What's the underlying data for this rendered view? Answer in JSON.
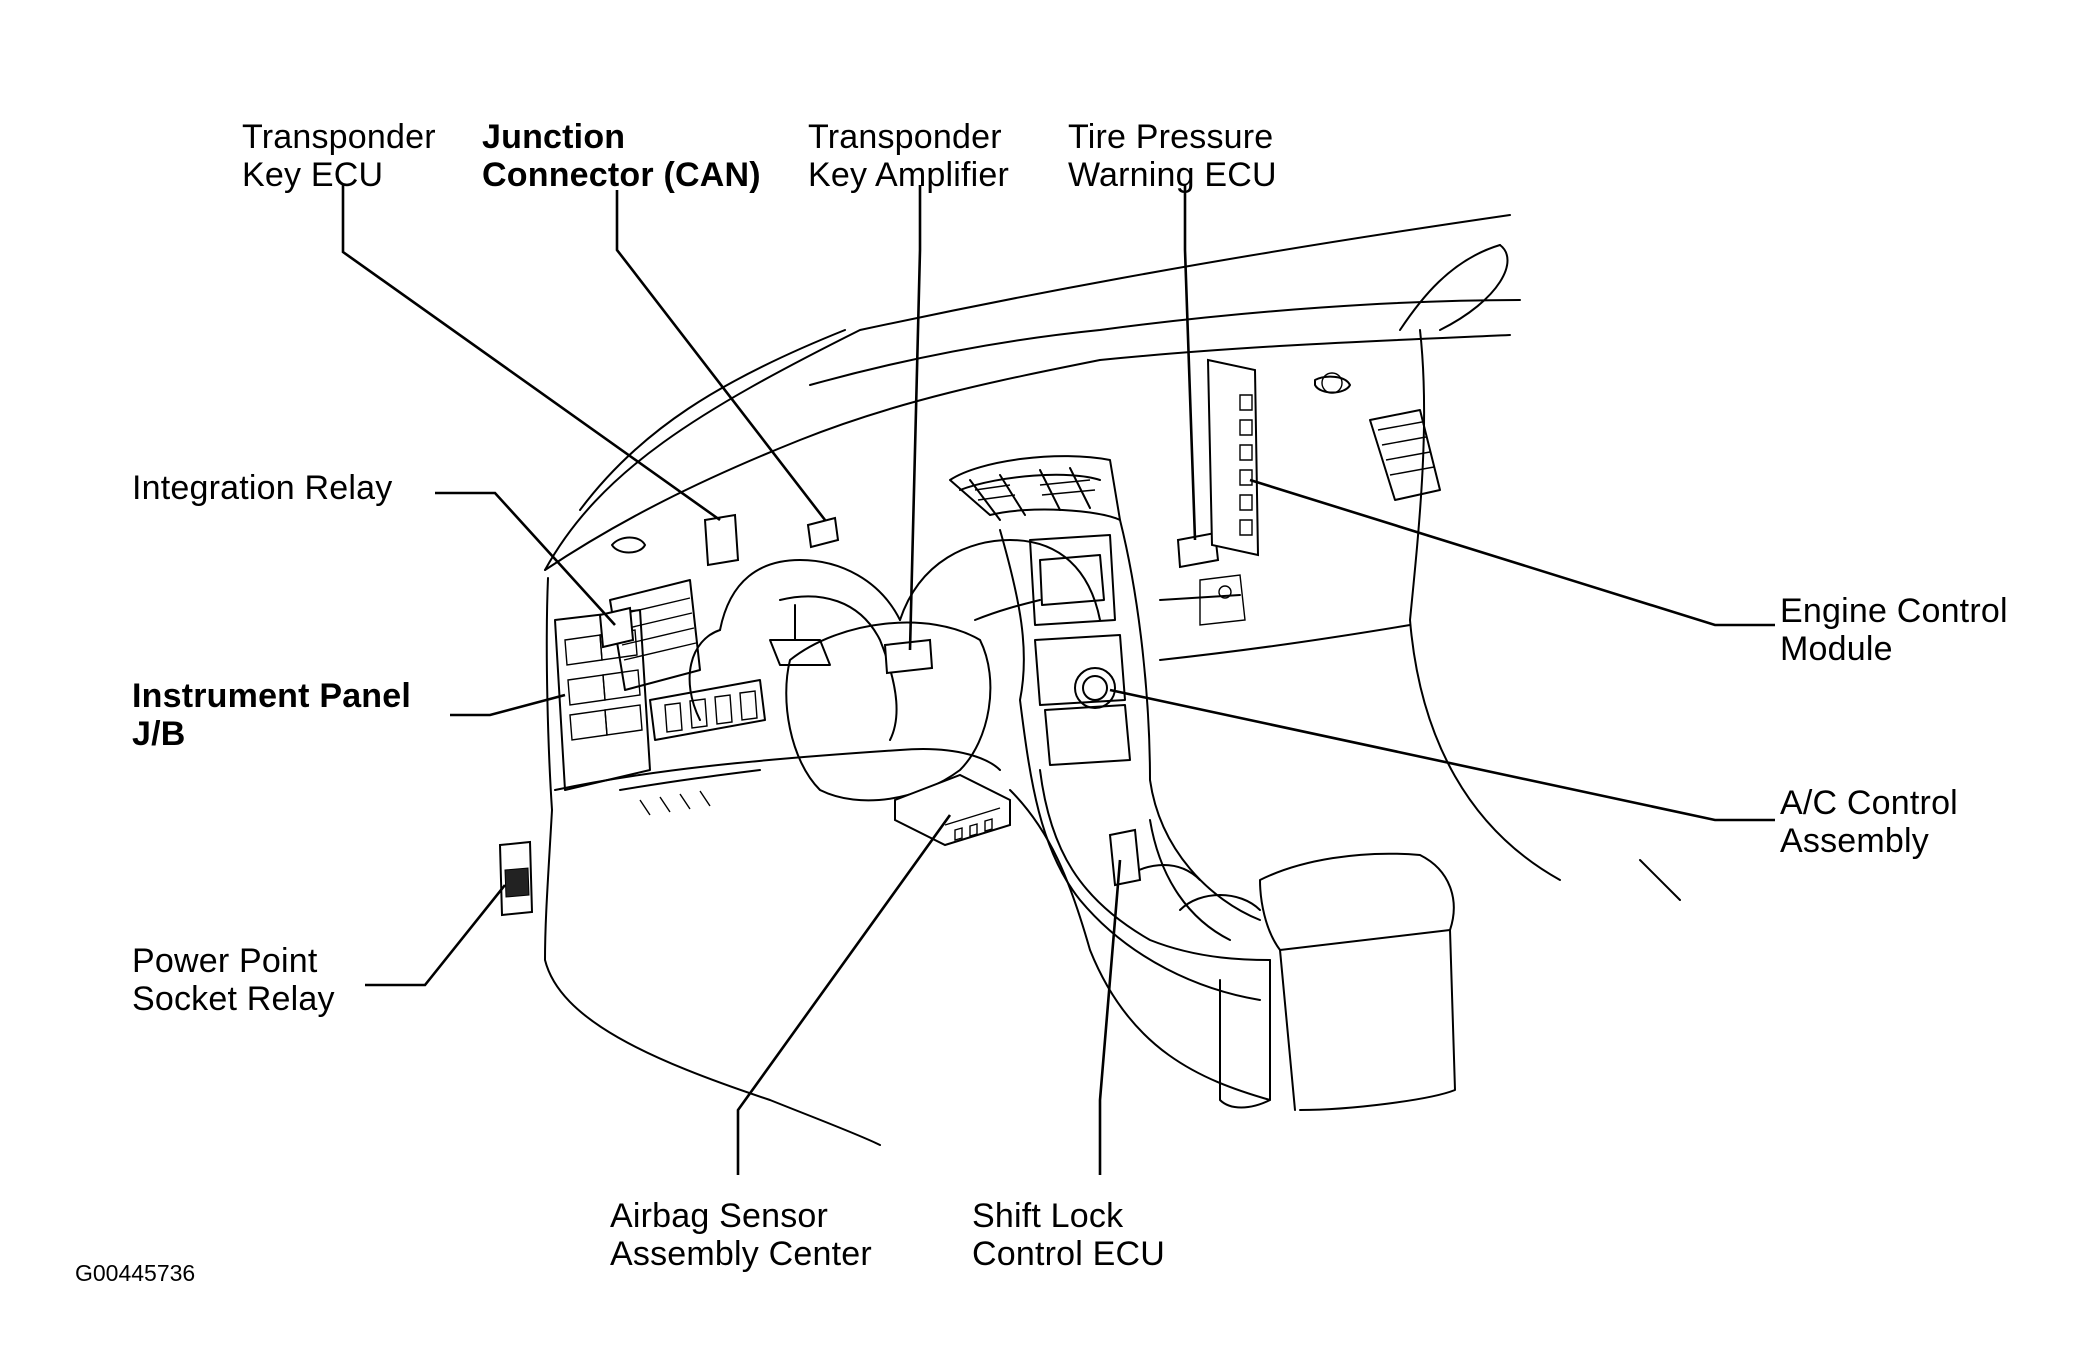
{
  "labels": {
    "transponder_key_ecu": [
      "Transponder",
      "Key ECU"
    ],
    "junction_connector": [
      "Junction",
      "Connector (CAN)"
    ],
    "transponder_key_amplifier": [
      "Transponder",
      "Key Amplifier"
    ],
    "tire_pressure_warning_ecu": [
      "Tire Pressure",
      "Warning ECU"
    ],
    "integration_relay": [
      "Integration Relay"
    ],
    "instrument_panel_jb": [
      "Instrument Panel",
      "J/B"
    ],
    "engine_control_module": [
      "Engine Control",
      "Module"
    ],
    "ac_control_assembly": [
      "A/C Control",
      "Assembly"
    ],
    "power_point_socket_relay": [
      "Power Point",
      "Socket Relay"
    ],
    "airbag_sensor_assembly_center": [
      "Airbag Sensor",
      "Assembly Center"
    ],
    "shift_lock_control_ecu": [
      "Shift Lock",
      "Control ECU"
    ]
  },
  "figure_id": "G00445736",
  "colors": {
    "ink": "#000000",
    "background": "#ffffff"
  }
}
